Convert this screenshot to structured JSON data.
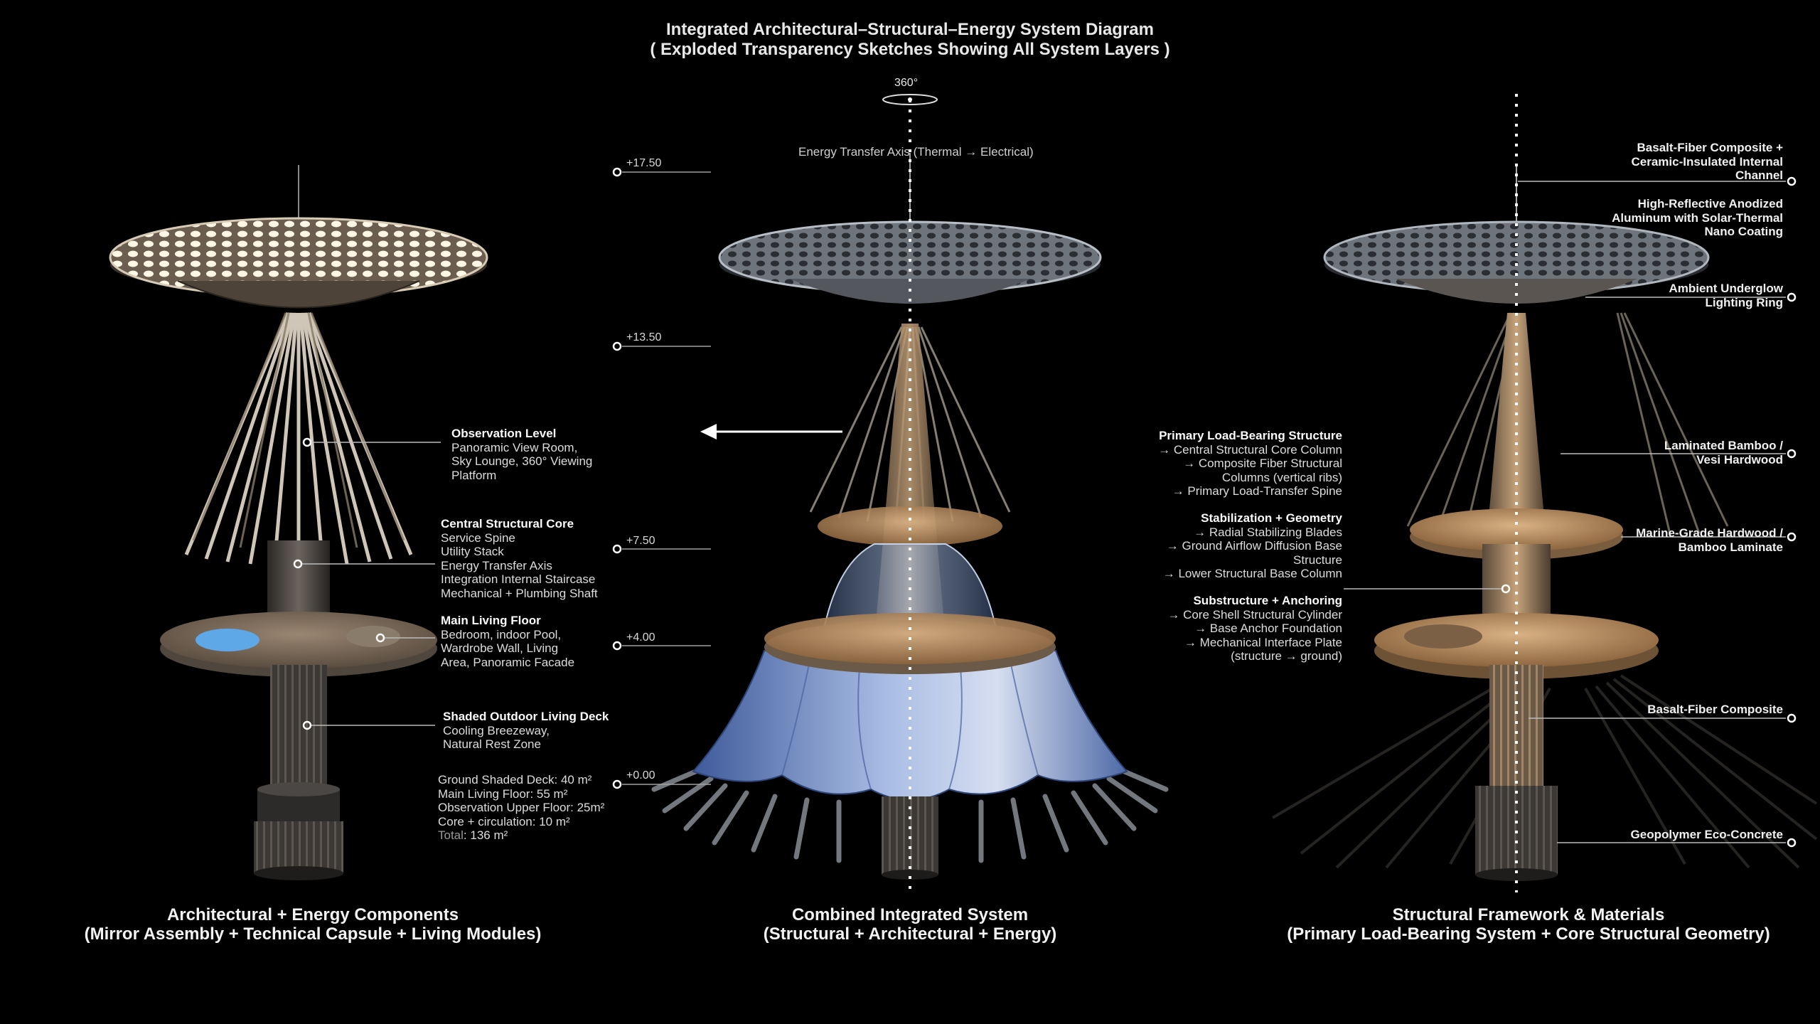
{
  "title": {
    "line1": "Integrated Architectural–Structural–Energy System Diagram",
    "line2": "( Exploded Transparency Sketches Showing All System Layers )"
  },
  "axis": {
    "rotation_label": "360°",
    "energy_axis_label": "Energy Transfer Axis (Thermal → Electrical)"
  },
  "levels": [
    "+17.50",
    "+13.50",
    "+7.50",
    "+4.00",
    "+0.00"
  ],
  "left_panel": {
    "caption_line1": "Architectural + Energy Components",
    "caption_line2": "(Mirror Assembly + Technical Capsule + Living Modules)",
    "annotations": [
      {
        "heading": "Observation Level",
        "lines": [
          "Panoramic View Room,",
          "Sky Lounge, 360° Viewing",
          "Platform"
        ]
      },
      {
        "heading": "Central Structural Core",
        "lines": [
          "Service Spine",
          "Utility Stack",
          "Energy Transfer Axis",
          "Integration Internal Staircase",
          "Mechanical + Plumbing Shaft"
        ]
      },
      {
        "heading": "Main Living Floor",
        "lines": [
          "Bedroom, indoor Pool,",
          "Wardrobe Wall, Living",
          "Area, Panoramic Facade"
        ]
      },
      {
        "heading": "Shaded Outdoor Living Deck",
        "lines": [
          "Cooling Breezeway,",
          "Natural Rest Zone"
        ]
      }
    ],
    "areas": [
      {
        "label": "Ground Shaded Deck",
        "value": "40 m²"
      },
      {
        "label": "Main Living Floor",
        "value": "55 m²"
      },
      {
        "label": "Observation Upper Floor",
        "value": "25m²"
      },
      {
        "label": "Core + circulation",
        "value": "10 m²"
      },
      {
        "label": "Total",
        "value": "136 m²"
      }
    ]
  },
  "center_panel": {
    "caption_line1": "Combined Integrated System",
    "caption_line2": "(Structural + Architectural + Energy)",
    "annotations": [
      {
        "heading": "Primary Load-Bearing Structure",
        "lines": [
          "→ Central Structural Core Column",
          "→ Composite Fiber Structural",
          "Columns (vertical ribs)",
          "→ Primary Load-Transfer Spine"
        ]
      },
      {
        "heading": "Stabilization + Geometry",
        "lines": [
          "→ Radial Stabilizing Blades",
          "→ Ground Airflow Diffusion Base",
          "Structure",
          "→ Lower Structural Base Column"
        ]
      },
      {
        "heading": "Substructure + Anchoring",
        "lines": [
          "→ Core Shell Structural Cylinder",
          "→ Base Anchor Foundation",
          "→ Mechanical Interface Plate",
          "(structure → ground)"
        ]
      }
    ]
  },
  "right_panel": {
    "caption_line1": "Structural Framework & Materials",
    "caption_line2": "(Primary Load-Bearing System + Core Structural Geometry)",
    "materials": [
      {
        "lines": [
          "Basalt-Fiber Composite +",
          "Ceramic-Insulated Internal",
          "Channel"
        ]
      },
      {
        "lines": [
          "High-Reflective Anodized",
          "Aluminum with Solar-Thermal",
          "Nano Coating"
        ]
      },
      {
        "lines": [
          "Ambient Underglow",
          "Lighting Ring"
        ]
      },
      {
        "lines": [
          "Laminated Bamboo /",
          "Vesi Hardwood"
        ]
      },
      {
        "lines": [
          "Marine-Grade Hardwood /",
          "Bamboo Laminate"
        ]
      },
      {
        "lines": [
          "Basalt-Fiber Composite"
        ]
      },
      {
        "lines": [
          "Geopolymer Eco-Concrete"
        ]
      }
    ]
  },
  "colors": {
    "background": "#000000",
    "text": "#ececec",
    "wood": "#b98a58",
    "metal": "#9aa3ad",
    "fabric_blue": "#8fa8d8",
    "dark_core": "#3a3836"
  }
}
